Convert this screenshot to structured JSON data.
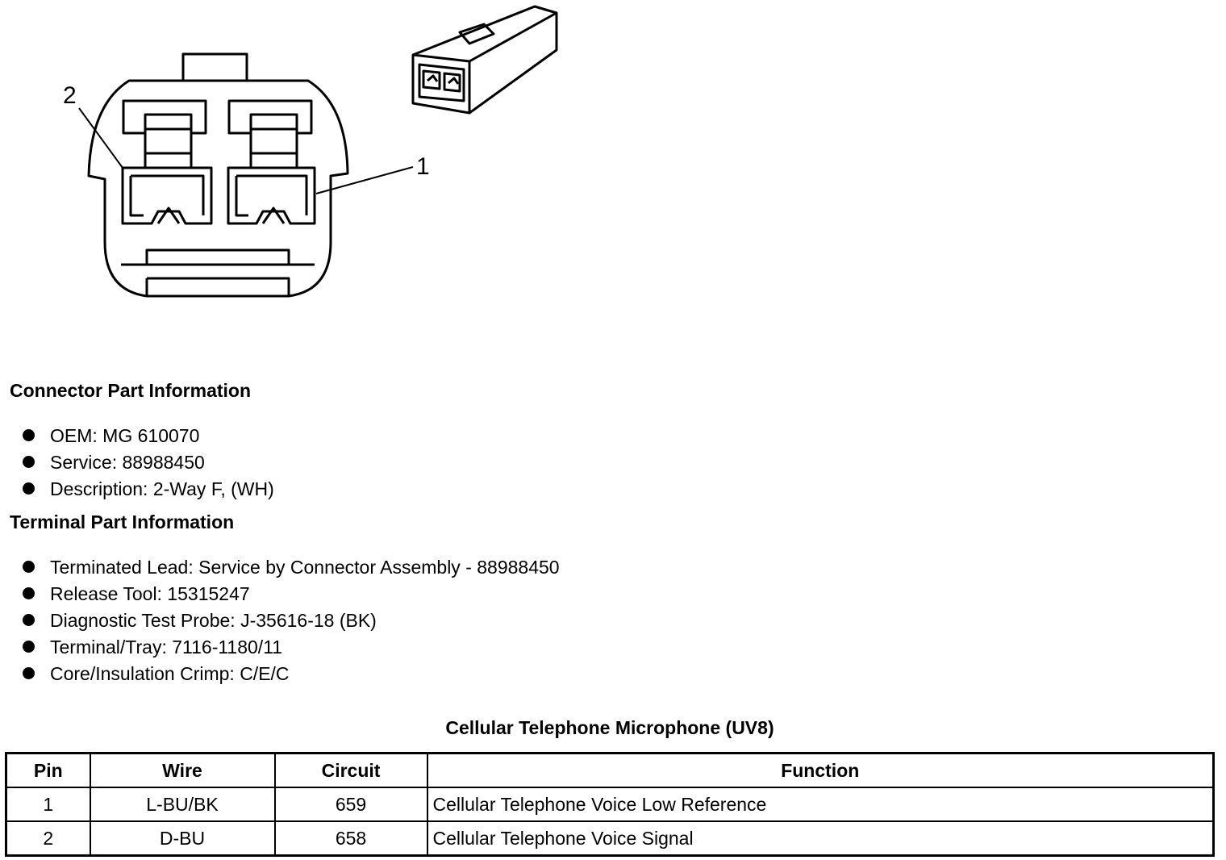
{
  "diagram": {
    "callouts": [
      "2",
      "1"
    ]
  },
  "connector_info": {
    "title": "Connector Part Information",
    "items": [
      "OEM: MG 610070",
      "Service: 88988450",
      "Description: 2-Way F, (WH)"
    ]
  },
  "terminal_info": {
    "title": "Terminal Part Information",
    "items": [
      "Terminated Lead: Service by Connector Assembly - 88988450",
      "Release Tool: 15315247",
      "Diagnostic Test Probe: J-35616-18 (BK)",
      "Terminal/Tray: 7116-1180/11",
      "Core/Insulation Crimp: C/E/C"
    ]
  },
  "table": {
    "caption": "Cellular Telephone Microphone (UV8)",
    "headers": [
      "Pin",
      "Wire",
      "Circuit",
      "Function"
    ],
    "rows": [
      [
        "1",
        "L-BU/BK",
        "659",
        "Cellular Telephone Voice Low Reference"
      ],
      [
        "2",
        "D-BU",
        "658",
        "Cellular Telephone Voice Signal"
      ]
    ]
  }
}
